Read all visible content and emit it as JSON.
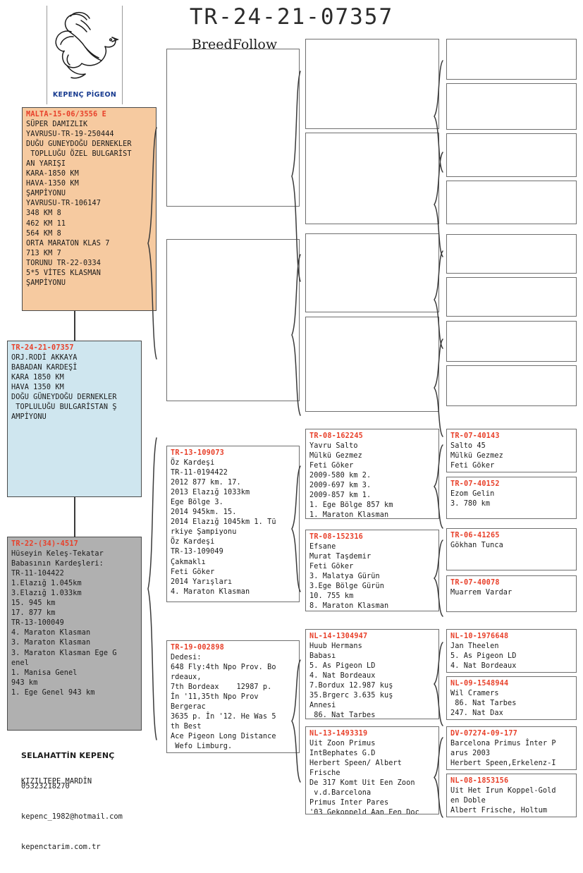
{
  "header": {
    "title": "TR-24-21-07357",
    "breedfollow_label": "BreedFollow",
    "logo_caption": "KEPENÇ PİGEON",
    "logo_icon": "flying-dove-icon"
  },
  "colors": {
    "header_red": "#e8402a",
    "orange_box": "#f6caa0",
    "blue_box": "#cfe6ef",
    "gray_box": "#b0b0b0",
    "border": "#6f6f6f",
    "logo_blue": "#173a8f"
  },
  "pedigree": {
    "sire_box": {
      "id": "MALTA-15-06/3556 E",
      "lines": [
        "SÜPER DAMIZLIK",
        "YAVRUSU-TR-19-250444",
        "DUĞU GUNEYDOĞU DERNEKLER",
        " TOPLLUĞU ÖZEL BULGARİST",
        "AN YARIŞI",
        "KARA-1850 KM",
        "HAVA-1350 KM",
        "ŞAMPİYONU",
        "YAVRUSU-TR-106147",
        "348 KM 8",
        "462 KM 11",
        "564 KM 8",
        "ORTA MARATON KLAS 7",
        "713 KM 7",
        "TORUNU TR-22-0334",
        "5*5 VİTES KLASMAN",
        "ŞAMPİYONU"
      ]
    },
    "subject_box": {
      "id": "TR-24-21-07357",
      "lines": [
        "ORJ.RODİ AKKAYA",
        "BABADAN KARDEŞİ",
        "KARA 1850 KM",
        "HAVA 1350 KM",
        "DOĞU GÜNEYDOĞU DERNEKLER",
        " TOPLULUĞU BULGARİSTAN Ş",
        "AMPİYONU"
      ]
    },
    "dam_box": {
      "id": "TR-22-(34)-4517",
      "lines": [
        "Hüseyin Keleş-Tekatar",
        "Babasının Kardeşleri:",
        "TR-11-104422",
        "1.Elazığ 1.045km",
        "3.Elazığ 1.033km",
        "15. 945 km",
        "17. 877 km",
        "TR-13-100049",
        "4. Maraton Klasman",
        "3. Maraton Klasman",
        "3. Maraton Klasman Ege G",
        "enel",
        "1. Manisa Genel",
        "943 km",
        "1. Ege Genel 943 km"
      ]
    },
    "gen2": [
      {
        "name": "gen2-top-empty",
        "id": "",
        "lines": []
      },
      {
        "name": "gen2-second-empty",
        "id": "",
        "lines": []
      },
      {
        "name": "gen2-third",
        "id": "TR-13-109073",
        "lines": [
          "Öz Kardeşi",
          "TR-11-0194422",
          "2012 877 km. 17.",
          "2013 Elazığ 1033km",
          "Ege Bölge 3.",
          "2014 945km. 15.",
          "2014 Elazığ 1045km 1. Tü",
          "rkiye Şampiyonu",
          "Öz Kardeşi",
          "TR-13-109049",
          "Çakmaklı",
          "Feti Göker",
          "2014 Yarışları",
          "4. Maraton Klasman"
        ]
      },
      {
        "name": "gen2-fourth",
        "id": "TR-19-002898",
        "lines": [
          "Dedesi:",
          "648 Fly:4th Npo Prov. Bo",
          "rdeaux,",
          "7th Bordeax    12987 p.",
          "İn '11,35th Npo Prov",
          "Bergerac",
          "3635 p. İn '12. He Was 5",
          "th Best",
          "Ace Pigeon Long Distance",
          " Wefo Limburg."
        ]
      }
    ],
    "gen3": [
      {
        "name": "gen3-1-empty",
        "id": "",
        "lines": []
      },
      {
        "name": "gen3-2-empty",
        "id": "",
        "lines": []
      },
      {
        "name": "gen3-3-empty",
        "id": "",
        "lines": []
      },
      {
        "name": "gen3-4-empty",
        "id": "",
        "lines": []
      },
      {
        "name": "gen3-5",
        "id": "TR-08-162245",
        "lines": [
          "Yavru Salto",
          "Mülkü Gezmez",
          "Feti Göker",
          "2009-580 km 2.",
          "2009-697 km 3.",
          "2009-857 km 1.",
          "1. Ege Bölge 857 km",
          "1. Maraton Klasman"
        ]
      },
      {
        "name": "gen3-6",
        "id": "TR-08-152316",
        "lines": [
          "Efsane",
          "Murat Taşdemir",
          "Feti Göker",
          "3. Malatya Gürün",
          "3.Ege Bölge Gürün",
          "10. 755 km",
          "8. Maraton Klasman"
        ]
      },
      {
        "name": "gen3-7",
        "id": "NL-14-1304947",
        "lines": [
          "Huub Hermans",
          "Babası",
          "5. As Pigeon LD",
          "4. Nat Bordeaux",
          "7.Bordux 12.987 kuş",
          "35.Brgerc 3.635 kuş",
          "Annesi",
          " 86. Nat Tarbes"
        ]
      },
      {
        "name": "gen3-8",
        "id": "NL-13-1493319",
        "lines": [
          "Uit Zoon Primus",
          "IntBephates G.D",
          "Herbert Speen/ Albert",
          "Frische",
          "De 317 Komt Uit Een Zoon",
          " v.d.Barcelona",
          "Primus Inter Pares",
          "'03 Gekoppeld Aan Een Doc"
        ]
      }
    ],
    "gen4": [
      {
        "name": "gen4-1-empty",
        "id": "",
        "lines": []
      },
      {
        "name": "gen4-2-empty",
        "id": "",
        "lines": []
      },
      {
        "name": "gen4-3-empty",
        "id": "",
        "lines": []
      },
      {
        "name": "gen4-4-empty",
        "id": "",
        "lines": []
      },
      {
        "name": "gen4-5-empty",
        "id": "",
        "lines": []
      },
      {
        "name": "gen4-6-empty",
        "id": "",
        "lines": []
      },
      {
        "name": "gen4-7-empty",
        "id": "",
        "lines": []
      },
      {
        "name": "gen4-8-empty",
        "id": "",
        "lines": []
      },
      {
        "name": "gen4-9",
        "id": "TR-07-40143",
        "lines": [
          "Salto 45",
          "Mülkü Gezmez",
          "Feti Göker"
        ]
      },
      {
        "name": "gen4-10",
        "id": "TR-07-40152",
        "lines": [
          "Ezom Gelin",
          "3. 780 km"
        ]
      },
      {
        "name": "gen4-11",
        "id": "TR-06-41265",
        "lines": [
          "Gökhan Tunca"
        ]
      },
      {
        "name": "gen4-12",
        "id": "TR-07-40078",
        "lines": [
          "Muarrem Vardar"
        ]
      },
      {
        "name": "gen4-13",
        "id": "NL-10-1976648",
        "lines": [
          "Jan Theelen",
          "5. As Pigeon LD",
          "4. Nat Bordeaux"
        ]
      },
      {
        "name": "gen4-14",
        "id": "NL-09-1548944",
        "lines": [
          "Wil Cramers",
          " 86. Nat Tarbes",
          "247. Nat Dax"
        ]
      },
      {
        "name": "gen4-15",
        "id": "DV-07274-09-177",
        "lines": [
          "Barcelona Primus İnter P",
          "arus 2003",
          "Herbert Speen,Erkelenz-I"
        ]
      },
      {
        "name": "gen4-16",
        "id": "NL-08-1853156",
        "lines": [
          "Uit Het Irun Koppel-Gold",
          "en Doble",
          "Albert Frische, Holtum"
        ]
      }
    ]
  },
  "footer": {
    "name": "SELAHATTİN KEPENÇ",
    "phone": "05323218270",
    "email": "kepenc_1982@hotmail.com",
    "website": "kepenctarim.com.tr",
    "city": "KIZILTEPE MARDİN"
  }
}
